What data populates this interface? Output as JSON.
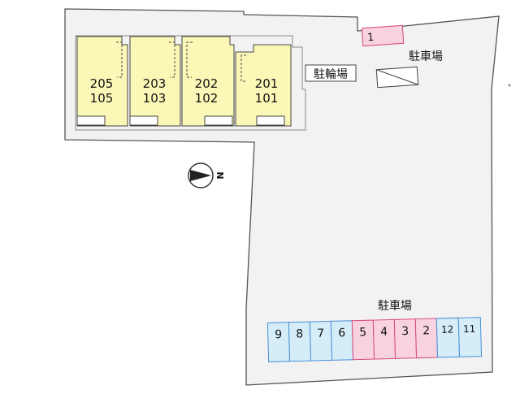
{
  "units": [
    {
      "upper": "205",
      "lower": "105"
    },
    {
      "upper": "203",
      "lower": "103"
    },
    {
      "upper": "202",
      "lower": "102"
    },
    {
      "upper": "201",
      "lower": "101"
    }
  ],
  "bicycle_parking_label": "駐輪場",
  "parking_label_top": "駐車場",
  "parking_label_bottom": "駐車場",
  "compass_letter": "N",
  "parking_top": [
    "1"
  ],
  "parking_bottom": [
    "9",
    "8",
    "7",
    "6",
    "5",
    "4",
    "3",
    "2",
    "12",
    "11"
  ],
  "colors": {
    "unit_fill": "#fbf7b6",
    "parking_pink": "#f8d2de",
    "parking_pink_border": "#d84a7a",
    "parking_blue": "#d4edf8",
    "parking_blue_border": "#4a8ed8",
    "site_fill": "#f2f2f2",
    "outline": "#555555"
  }
}
